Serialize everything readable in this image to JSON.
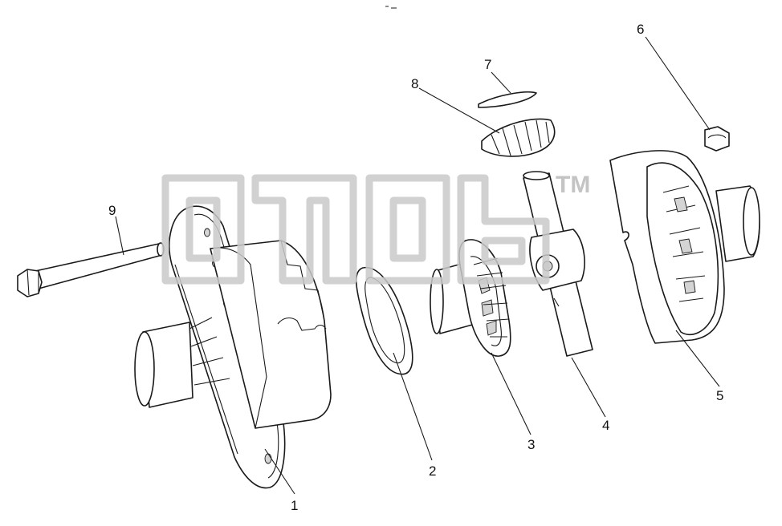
{
  "watermark": {
    "trademark": "TM"
  },
  "callouts": [
    {
      "id": "1",
      "text": "1"
    },
    {
      "id": "2",
      "text": "2"
    },
    {
      "id": "3",
      "text": "3"
    },
    {
      "id": "4",
      "text": "4"
    },
    {
      "id": "5",
      "text": "5"
    },
    {
      "id": "6",
      "text": "6"
    },
    {
      "id": "7",
      "text": "7"
    },
    {
      "id": "8",
      "text": "8"
    },
    {
      "id": "9",
      "text": "9"
    }
  ]
}
